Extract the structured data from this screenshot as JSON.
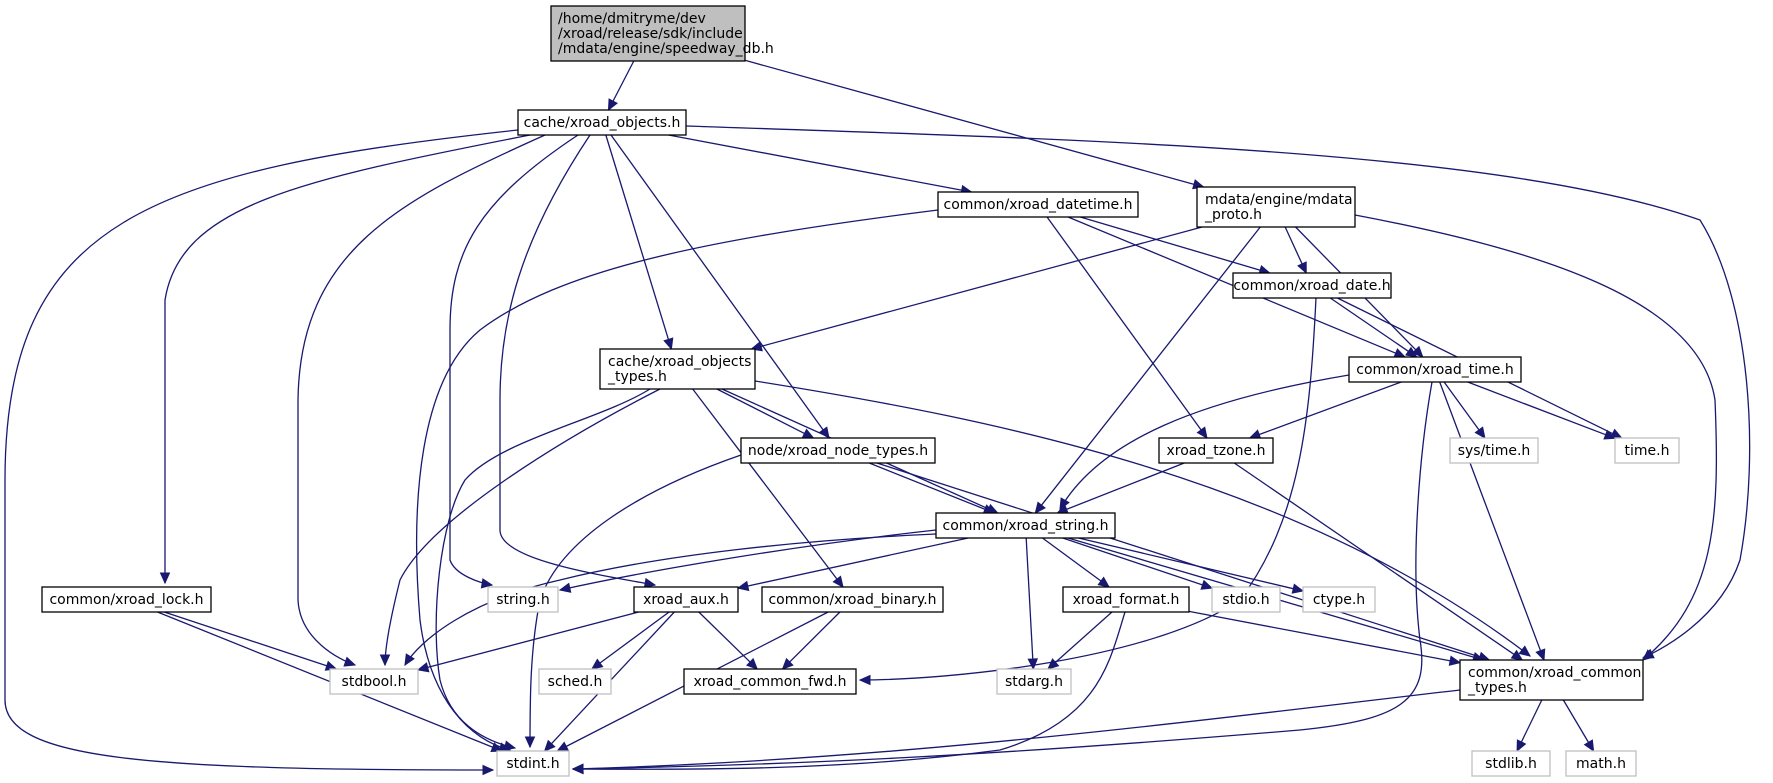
{
  "colors": {
    "edge": "#191970",
    "root_fill": "#bfbfbf",
    "node_border": "#000000",
    "system_border": "#bfbfbf",
    "background": "#ffffff"
  },
  "nodes": [
    {
      "id": "root",
      "kind": "root",
      "lines": [
        "/home/dmitryme/dev",
        "/xroad/release/sdk/include",
        "/mdata/engine/speedway_db.h"
      ]
    },
    {
      "id": "xroad_objects",
      "kind": "local",
      "lines": [
        "cache/xroad_objects.h"
      ]
    },
    {
      "id": "mdata_proto",
      "kind": "local",
      "lines": [
        "mdata/engine/mdata",
        "_proto.h"
      ]
    },
    {
      "id": "datetime",
      "kind": "local",
      "lines": [
        "common/xroad_datetime.h"
      ]
    },
    {
      "id": "date",
      "kind": "local",
      "lines": [
        "common/xroad_date.h"
      ]
    },
    {
      "id": "objects_types",
      "kind": "local",
      "lines": [
        "cache/xroad_objects",
        "_types.h"
      ]
    },
    {
      "id": "time",
      "kind": "local",
      "lines": [
        "common/xroad_time.h"
      ]
    },
    {
      "id": "node_types",
      "kind": "local",
      "lines": [
        "node/xroad_node_types.h"
      ]
    },
    {
      "id": "tzone",
      "kind": "local",
      "lines": [
        "xroad_tzone.h"
      ]
    },
    {
      "id": "systime_h",
      "kind": "system",
      "lines": [
        "sys/time.h"
      ]
    },
    {
      "id": "time_h",
      "kind": "system",
      "lines": [
        "time.h"
      ]
    },
    {
      "id": "string",
      "kind": "local",
      "lines": [
        "common/xroad_string.h"
      ]
    },
    {
      "id": "lock",
      "kind": "local",
      "lines": [
        "common/xroad_lock.h"
      ]
    },
    {
      "id": "string_h",
      "kind": "system",
      "lines": [
        "string.h"
      ]
    },
    {
      "id": "aux",
      "kind": "local",
      "lines": [
        "xroad_aux.h"
      ]
    },
    {
      "id": "binary",
      "kind": "local",
      "lines": [
        "common/xroad_binary.h"
      ]
    },
    {
      "id": "format",
      "kind": "local",
      "lines": [
        "xroad_format.h"
      ]
    },
    {
      "id": "stdio_h",
      "kind": "system",
      "lines": [
        "stdio.h"
      ]
    },
    {
      "id": "ctype_h",
      "kind": "system",
      "lines": [
        "ctype.h"
      ]
    },
    {
      "id": "stdbool_h",
      "kind": "system",
      "lines": [
        "stdbool.h"
      ]
    },
    {
      "id": "sched_h",
      "kind": "system",
      "lines": [
        "sched.h"
      ]
    },
    {
      "id": "common_fwd",
      "kind": "local",
      "lines": [
        "xroad_common_fwd.h"
      ]
    },
    {
      "id": "stdarg_h",
      "kind": "system",
      "lines": [
        "stdarg.h"
      ]
    },
    {
      "id": "common_types",
      "kind": "local",
      "lines": [
        "common/xroad_common",
        "_types.h"
      ]
    },
    {
      "id": "stdint_h",
      "kind": "system",
      "lines": [
        "stdint.h"
      ]
    },
    {
      "id": "stdlib_h",
      "kind": "system",
      "lines": [
        "stdlib.h"
      ]
    },
    {
      "id": "math_h",
      "kind": "system",
      "lines": [
        "math.h"
      ]
    }
  ],
  "edges": [
    [
      "root",
      "xroad_objects"
    ],
    [
      "root",
      "mdata_proto"
    ],
    [
      "xroad_objects",
      "datetime"
    ],
    [
      "xroad_objects",
      "objects_types"
    ],
    [
      "xroad_objects",
      "node_types"
    ],
    [
      "xroad_objects",
      "string_h"
    ],
    [
      "xroad_objects",
      "aux"
    ],
    [
      "xroad_objects",
      "stdbool_h"
    ],
    [
      "xroad_objects",
      "lock"
    ],
    [
      "xroad_objects",
      "stdint_h"
    ],
    [
      "xroad_objects",
      "common_types"
    ],
    [
      "mdata_proto",
      "date"
    ],
    [
      "mdata_proto",
      "time"
    ],
    [
      "mdata_proto",
      "objects_types"
    ],
    [
      "mdata_proto",
      "string"
    ],
    [
      "mdata_proto",
      "common_types"
    ],
    [
      "datetime",
      "date"
    ],
    [
      "datetime",
      "time"
    ],
    [
      "datetime",
      "tzone"
    ],
    [
      "datetime",
      "stdint_h"
    ],
    [
      "date",
      "time"
    ],
    [
      "date",
      "time_h"
    ],
    [
      "date",
      "common_fwd"
    ],
    [
      "objects_types",
      "node_types"
    ],
    [
      "objects_types",
      "string"
    ],
    [
      "objects_types",
      "binary"
    ],
    [
      "objects_types",
      "common_types"
    ],
    [
      "objects_types",
      "stdbool_h"
    ],
    [
      "objects_types",
      "stdint_h"
    ],
    [
      "time",
      "tzone"
    ],
    [
      "time",
      "systime_h"
    ],
    [
      "time",
      "time_h"
    ],
    [
      "time",
      "string"
    ],
    [
      "time",
      "common_types"
    ],
    [
      "time",
      "stdint_h"
    ],
    [
      "node_types",
      "string"
    ],
    [
      "node_types",
      "common_types"
    ],
    [
      "node_types",
      "stdint_h"
    ],
    [
      "tzone",
      "string"
    ],
    [
      "tzone",
      "common_types"
    ],
    [
      "string",
      "string_h"
    ],
    [
      "string",
      "aux"
    ],
    [
      "string",
      "format"
    ],
    [
      "string",
      "stdio_h"
    ],
    [
      "string",
      "ctype_h"
    ],
    [
      "string",
      "stdarg_h"
    ],
    [
      "string",
      "common_types"
    ],
    [
      "string",
      "stdbool_h"
    ],
    [
      "lock",
      "stdbool_h"
    ],
    [
      "lock",
      "stdint_h"
    ],
    [
      "aux",
      "stdbool_h"
    ],
    [
      "aux",
      "sched_h"
    ],
    [
      "aux",
      "common_fwd"
    ],
    [
      "aux",
      "stdint_h"
    ],
    [
      "binary",
      "common_fwd"
    ],
    [
      "binary",
      "stdint_h"
    ],
    [
      "format",
      "stdarg_h"
    ],
    [
      "format",
      "common_types"
    ],
    [
      "format",
      "stdint_h"
    ],
    [
      "common_types",
      "stdint_h"
    ],
    [
      "common_types",
      "stdlib_h"
    ],
    [
      "common_types",
      "math_h"
    ]
  ]
}
